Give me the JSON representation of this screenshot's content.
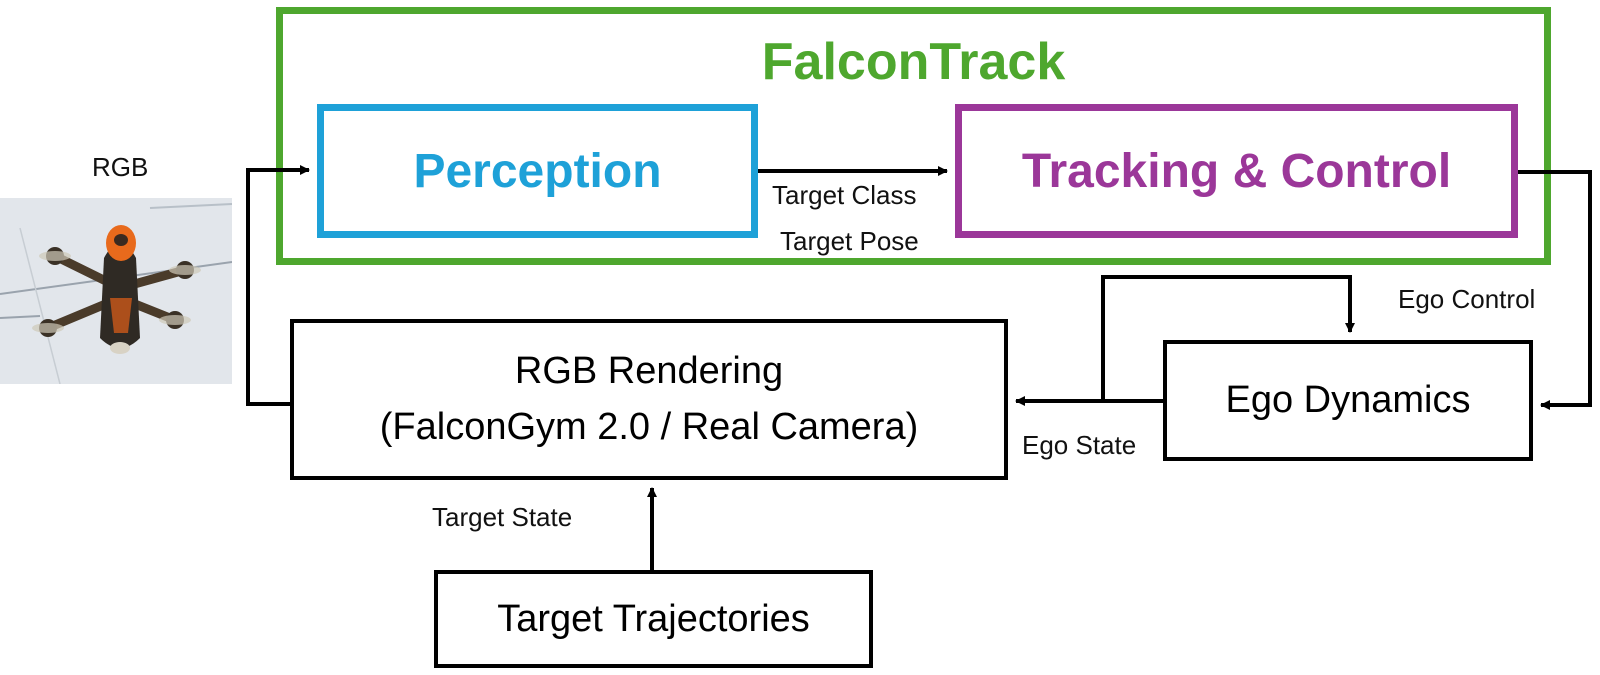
{
  "diagram": {
    "title": "FalconTrack",
    "nodes": {
      "perception": "Perception",
      "tracking": "Tracking & Control",
      "rendering_line1": "RGB Rendering",
      "rendering_line2": "(FalconGym 2.0 / Real Camera)",
      "ego_dynamics": "Ego Dynamics",
      "target_trajectories": "Target Trajectories"
    },
    "edge_labels": {
      "rgb": "RGB",
      "target_class": "Target Class",
      "target_pose": "Target Pose",
      "ego_control": "Ego Control",
      "ego_state": "Ego State",
      "target_state": "Target State"
    },
    "colors": {
      "falcontrack": "#4ea72e",
      "perception": "#1ea1d8",
      "tracking": "#9b3799"
    },
    "image": "orange-quadrotor-drone-photo"
  }
}
